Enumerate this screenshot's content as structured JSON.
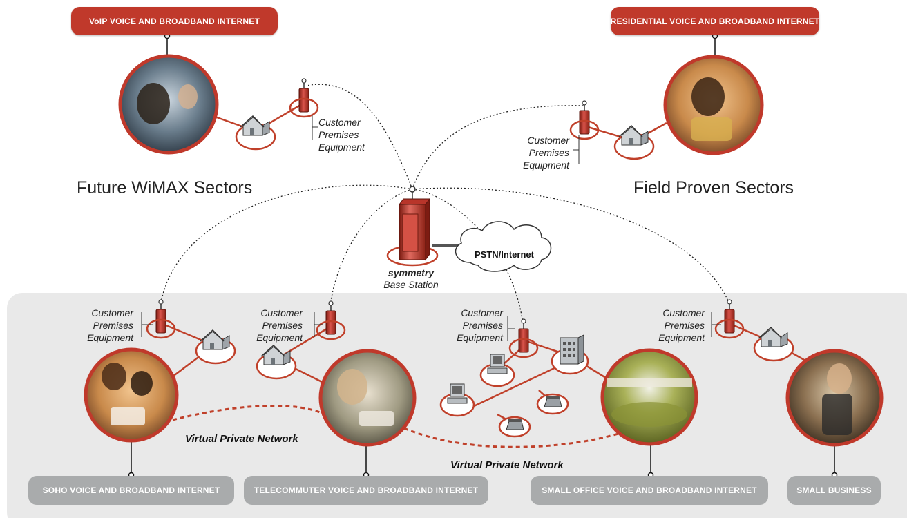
{
  "top_banners": {
    "voip": "VoIP VOICE AND BROADBAND INTERNET",
    "residential": "RESIDENTIAL VOICE AND BROADBAND INTERNET"
  },
  "sectors": {
    "future": "Future WiMAX Sectors",
    "proven": "Field Proven Sectors"
  },
  "cpe_label": [
    "Customer",
    "Premises",
    "Equipment"
  ],
  "base_station": {
    "brand": "symmetry",
    "label": "Base Station"
  },
  "cloud_label": "PSTN/Internet",
  "vpn_label": "Virtual Private Network",
  "bottom_labels": {
    "soho": "SOHO VOICE AND BROADBAND INTERNET",
    "telecommuter": "TELECOMMUTER VOICE AND BROADBAND INTERNET",
    "small_office": "SMALL OFFICE VOICE  AND BROADBAND INTERNET",
    "small_business": "SMALL BUSINESS"
  },
  "colors": {
    "accent_red": "#c0392b",
    "link_red": "#c0402a",
    "panel_gray": "#e9e9e9",
    "label_gray": "#a9abac"
  }
}
